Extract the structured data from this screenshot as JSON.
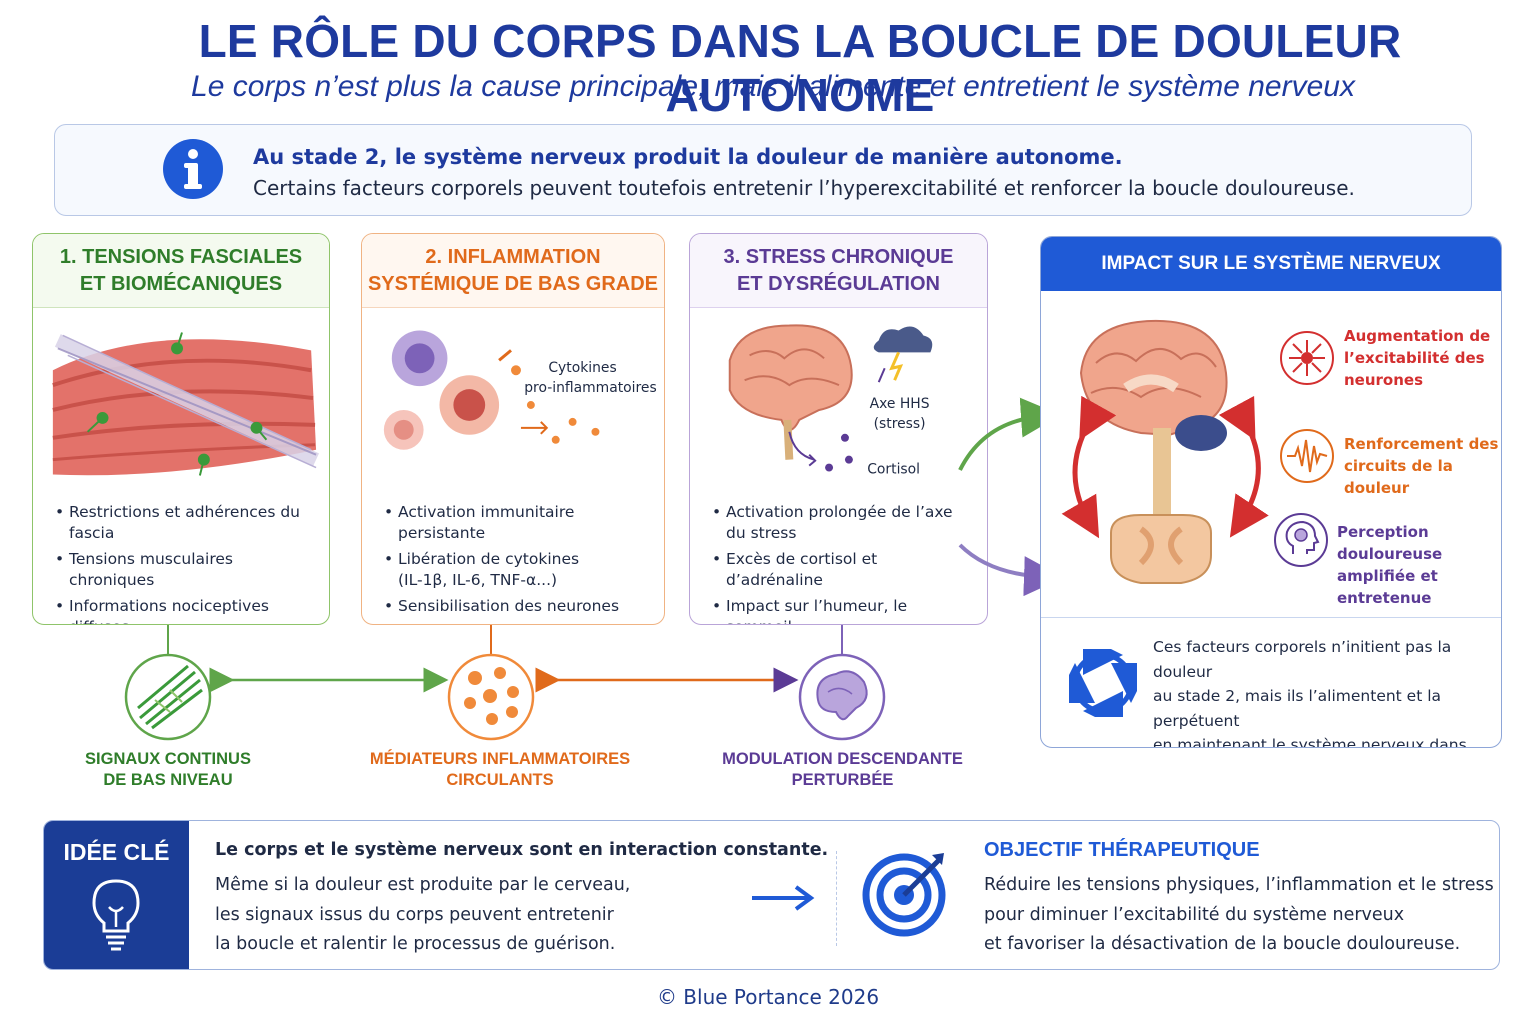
{
  "title": "LE RÔLE DU CORPS DANS LA BOUCLE DE DOULEUR AUTONOME",
  "subtitle": "Le corps n’est plus la cause principale, mais il alimente et entretient le système nerveux",
  "info": {
    "line1": "Au stade 2, le système nerveux produit la douleur de manière autonome.",
    "line2": "Certains facteurs corporels peuvent toutefois entretenir l’hyperexcitabilité et renforcer la boucle douloureuse."
  },
  "cards": [
    {
      "title": "1. TENSIONS FASCIALES\nET BIOMÉCANIQUES",
      "bullets": [
        "Restrictions et adhérences du fascia",
        "Tensions musculaires chroniques",
        "Informations nociceptives diffuses\net persistantes"
      ]
    },
    {
      "title": "2. INFLAMMATION\nSYSTÉMIQUE DE BAS GRADE",
      "image_label": "Cytokines\npro-inflammatoires",
      "bullets": [
        "Activation immunitaire persistante",
        "Libération de cytokines\n(IL-1β, IL-6, TNF-α...)",
        "Sensibilisation des neurones"
      ]
    },
    {
      "title": "3. STRESS CHRONIQUE\nET DYSRÉGULATION",
      "image_label_axis": "Axe HHS\n(stress)",
      "image_label_cortisol": "Cortisol",
      "bullets": [
        "Activation prolongée de l’axe du stress",
        "Excès de cortisol et d’adrénaline",
        "Impact sur l’humeur, le sommeil\net la perception de la douleur"
      ]
    }
  ],
  "nodes": [
    {
      "label": "SIGNAUX CONTINUS\nDE BAS NIVEAU",
      "color": "#2f7d2a"
    },
    {
      "label": "MÉDIATEURS INFLAMMATOIRES\nCIRCULANTS",
      "color": "#e06a1b"
    },
    {
      "label": "MODULATION DESCENDANTE\nPERTURBÉE",
      "color": "#5b3b95"
    }
  ],
  "impact": {
    "title": "IMPACT SUR LE SYSTÈME NERVEUX",
    "effects": [
      {
        "label": "Augmentation de\nl’excitabilité des\nneurones",
        "color": "#d32f2f"
      },
      {
        "label": "Renforcement des\ncircuits de la douleur",
        "color": "#e06a1b"
      },
      {
        "label": "Perception douloureuse\namplifiée et entretenue",
        "color": "#5b3b95"
      }
    ],
    "note": "Ces facteurs corporels n’initient pas la douleur\nau stade 2, mais ils l’alimentent et la perpétuent\nen maintenant le système nerveux dans\nun état d’alerte élevé."
  },
  "key_idea": {
    "title": "IDÉE CLÉ",
    "strong": "Le corps et le système nerveux sont en interaction constante.",
    "body": "Même si la douleur est produite par le cerveau,\nles signaux issus du corps peuvent entretenir\nla boucle et ralentir le processus de guérison."
  },
  "objective": {
    "title": "OBJECTIF THÉRAPEUTIQUE",
    "body": "Réduire les tensions physiques, l’inflammation et le stress\npour diminuer l’excitabilité du système nerveux\net favoriser la désactivation de la boucle douloureuse."
  },
  "copyright": "© Blue Portance 2026",
  "colors": {
    "blue": "#1e3a9e",
    "green": "#2f7d2a",
    "orange": "#e06a1b",
    "purple": "#5b3b95",
    "red": "#d32f2f"
  }
}
